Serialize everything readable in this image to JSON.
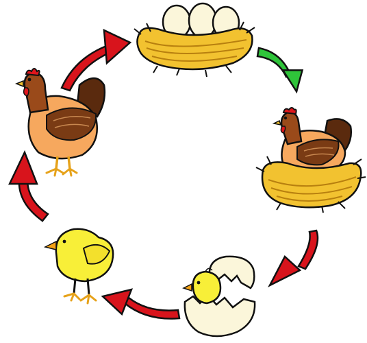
{
  "diagram": {
    "type": "cycle",
    "stages": [
      {
        "id": "eggs-in-nest",
        "icon": "eggs-in-nest-icon"
      },
      {
        "id": "hen-on-nest",
        "icon": "hen-on-nest-icon"
      },
      {
        "id": "hatching-chick",
        "icon": "hatching-egg-icon"
      },
      {
        "id": "chick",
        "icon": "chick-icon"
      },
      {
        "id": "adult-hen",
        "icon": "hen-icon"
      }
    ],
    "arrows": [
      {
        "from": "eggs-in-nest",
        "to": "hen-on-nest",
        "color": "#2fc43a"
      },
      {
        "from": "hen-on-nest",
        "to": "hatching-chick",
        "color": "#d8141c"
      },
      {
        "from": "hatching-chick",
        "to": "chick",
        "color": "#d8141c"
      },
      {
        "from": "chick",
        "to": "adult-hen",
        "color": "#d8141c"
      },
      {
        "from": "adult-hen",
        "to": "eggs-in-nest",
        "color": "#d8141c"
      }
    ]
  },
  "colors": {
    "straw": "#f2c230",
    "straw_dark": "#d79a12",
    "egg": "#fbf6da",
    "hen_body": "#f6a85e",
    "hen_wing": "#7a3b14",
    "chick": "#f8ef38",
    "comb": "#e0161c"
  }
}
